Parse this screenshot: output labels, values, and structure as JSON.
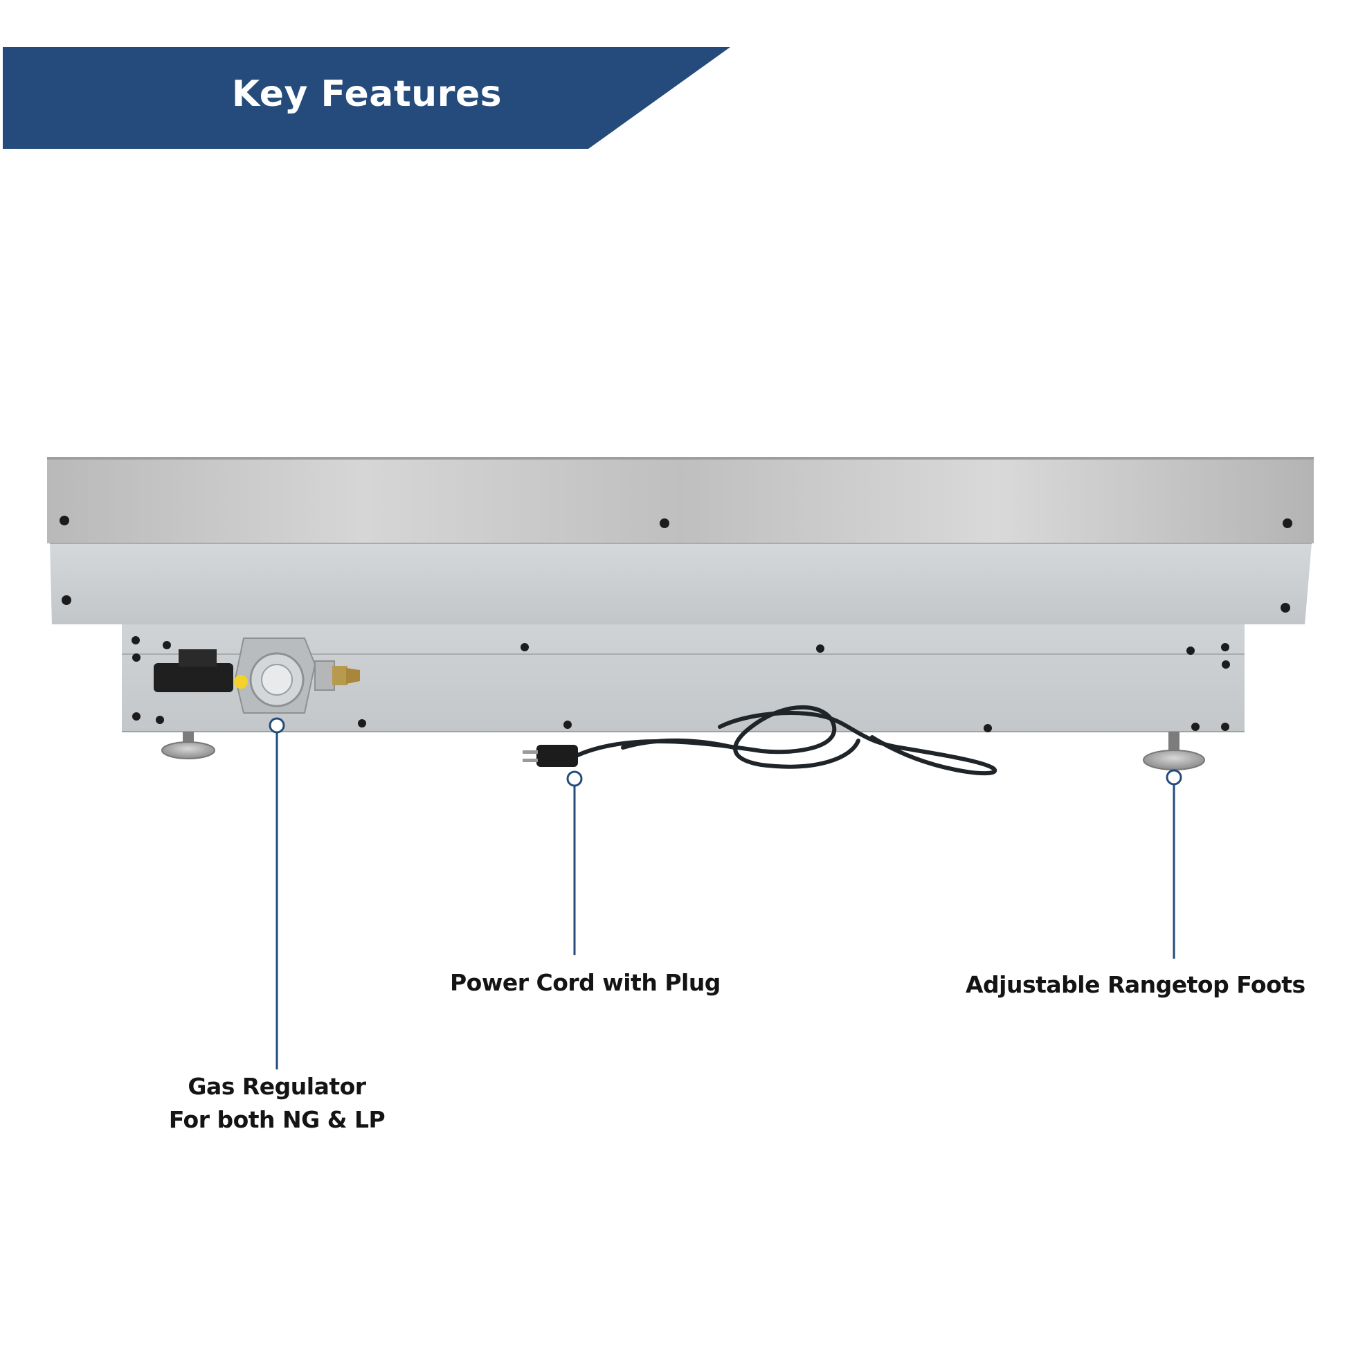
{
  "banner": {
    "title": "Key Features",
    "color": "#244b7b"
  },
  "callouts": [
    {
      "label_line1": "Gas Regulator",
      "label_line2": "For both NG & LP",
      "target": "gas-regulator"
    },
    {
      "label": "Power Cord with Plug",
      "target": "power-cord"
    },
    {
      "label": "Adjustable Rangetop Foots",
      "target": "adjustable-foot"
    }
  ],
  "colors": {
    "callout_line": "#244b7b",
    "steel": "#c8c8c8",
    "background": "#ffffff"
  },
  "icons": [
    "screw-icon",
    "gas-regulator-icon",
    "power-plug-icon",
    "adjustable-foot-icon"
  ]
}
